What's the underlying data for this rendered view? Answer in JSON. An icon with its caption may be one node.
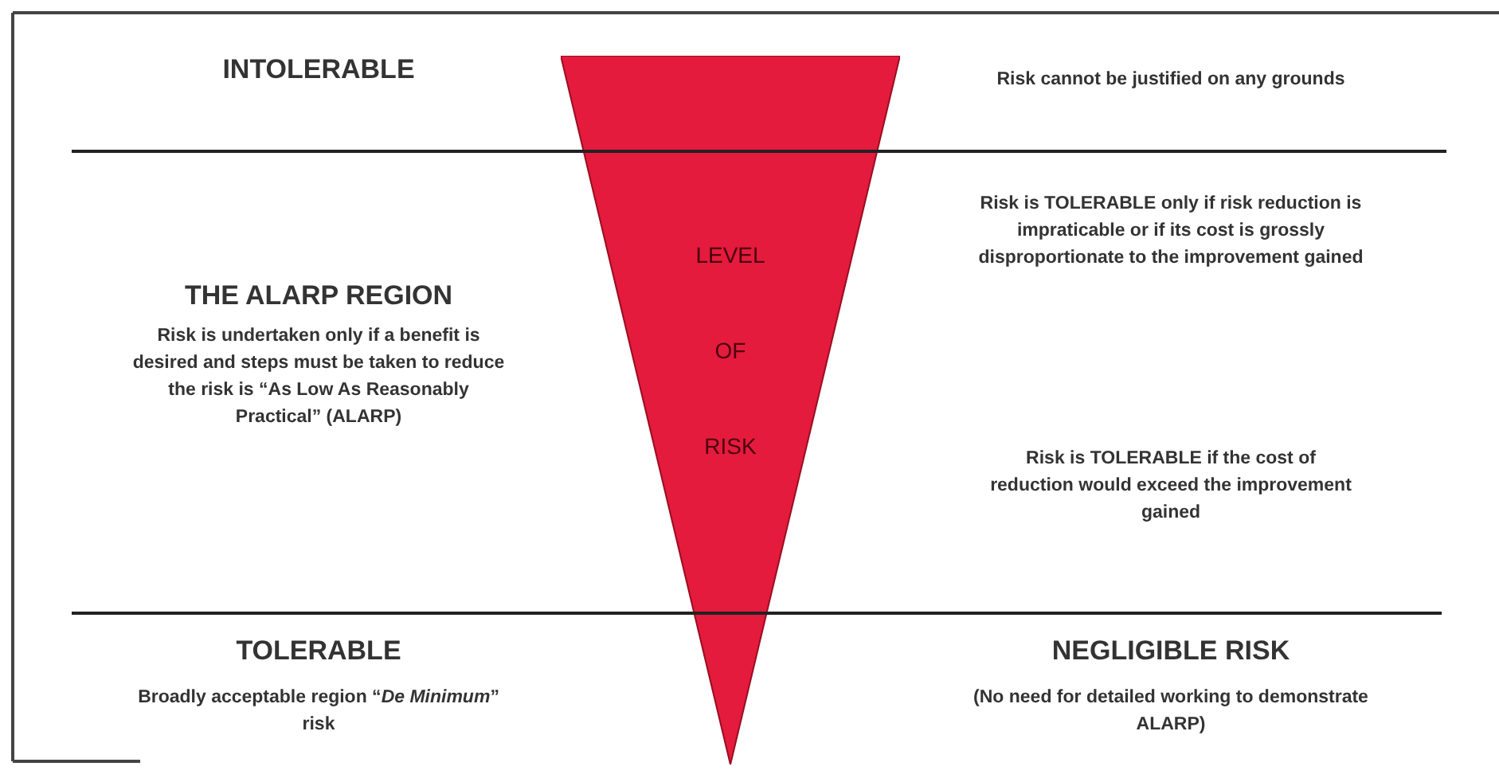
{
  "diagram": {
    "nodes": [
      {
        "text": [
          "LEVEL OF RISK"
        ]
      }
    ],
    "edges": [],
    "labels": [
      "INTOLERABLE",
      "Risk cannot be justified on any grounds",
      "THE ALARP REGION",
      "Risk is undertaken only if a benefit is desired and steps must be taken to reduce the risk is “As Low As Reasonably Practical” (ALARP)",
      "Risk is TOLERABLE only if risk reduction is impraticable or if its cost is grossly disproportionate to the improvement gained",
      "Risk is TOLERABLE if the cost of reduction would exceed the improvement gained",
      "TOLERABLE",
      "Broadly acceptable region “*De Minimum*” risk",
      "NEGLIGIBLE RISK",
      "(No need for detailed working to demonstrate ALARP)"
    ]
  }
}
